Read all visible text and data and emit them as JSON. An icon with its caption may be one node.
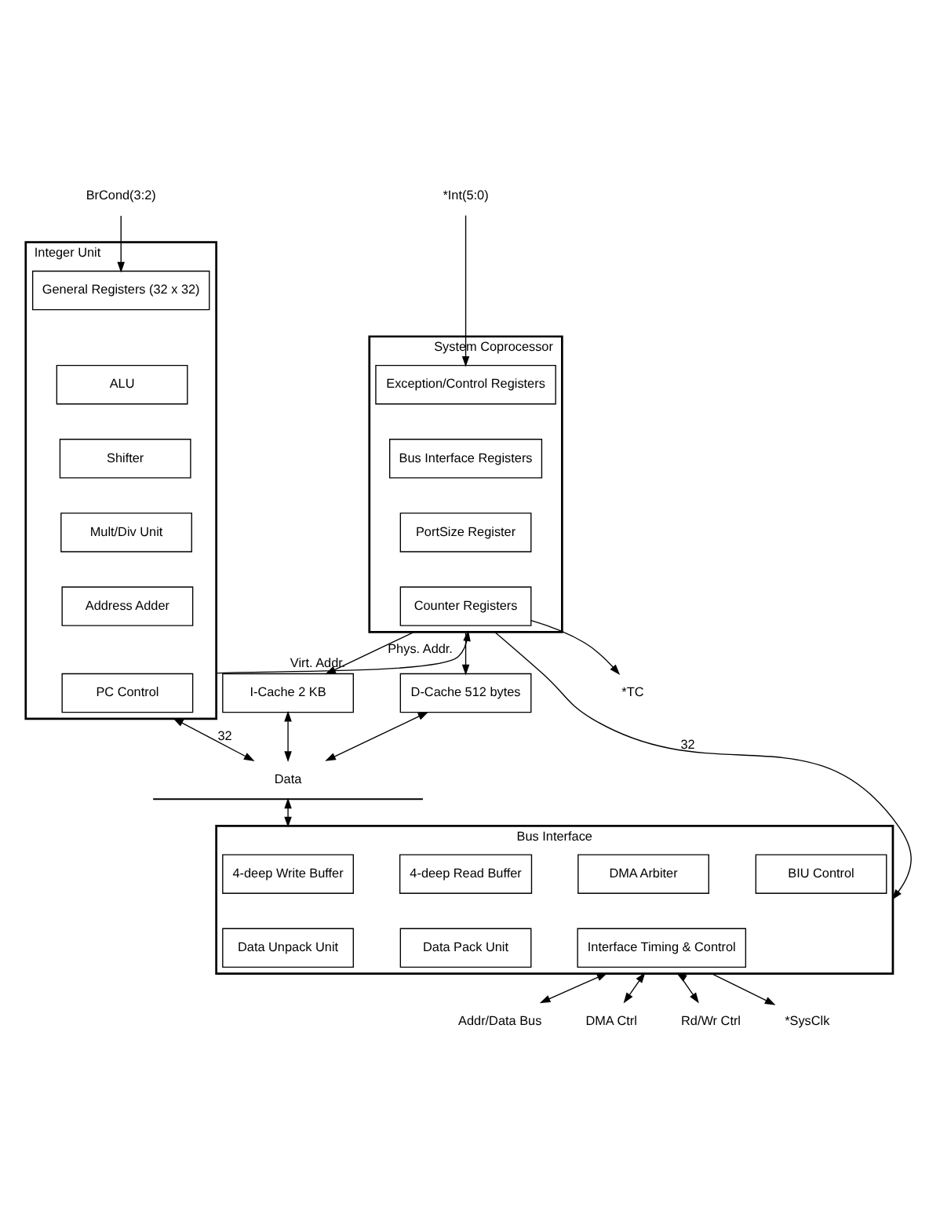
{
  "diagram": {
    "nodes": [
      {
        "text": [
          "System Coprocessor"
        ]
      },
      {
        "text": [
          "Exception/Control Registers"
        ],
        "in": 0
      },
      {
        "text": [
          "Bus Interface Registers"
        ],
        "in": 0
      },
      {
        "text": [
          "PortSize Register"
        ],
        "in": 0
      },
      {
        "text": [
          "Counter Registers"
        ],
        "in": 0
      },
      {
        "text": [
          "Integer Unit"
        ]
      },
      {
        "text": [
          "General Registers (32 x 32)"
        ],
        "in": 5
      },
      {
        "text": [
          "ALU"
        ],
        "in": 5
      },
      {
        "text": [
          "Shifter"
        ],
        "in": 5
      },
      {
        "text": [
          "Mult/Div Unit"
        ],
        "in": 5
      },
      {
        "text": [
          "Address Adder"
        ],
        "in": 5
      },
      {
        "text": [
          "PC Control"
        ],
        "in": 5
      },
      {
        "text": [
          "I-Cache 2 KB"
        ]
      },
      {
        "text": [
          "D-Cache 512 bytes"
        ]
      },
      {
        "text": [
          "Bus Interface"
        ]
      },
      {
        "text": [
          "4-deep Write Buffer"
        ],
        "in": 14
      },
      {
        "text": [
          "4-deep Read Buffer"
        ],
        "in": 14
      },
      {
        "text": [
          "DMA Arbiter"
        ],
        "in": 14
      },
      {
        "text": [
          "BIU Control"
        ],
        "in": 14
      },
      {
        "text": [
          "Data Unpack Unit"
        ],
        "in": 14
      },
      {
        "text": [
          "Data Pack Unit"
        ],
        "in": 14
      },
      {
        "text": [
          "Interface Timing & Control"
        ],
        "in": 14
      },
      {
        "text": [
          "*Int(5:0)"
        ]
      },
      {
        "text": [
          "*TC"
        ]
      },
      {
        "text": [
          "BrCond(3:2)"
        ]
      },
      {
        "text": [
          "Addr/Data Bus"
        ]
      },
      {
        "text": [
          "DMA Ctrl"
        ]
      },
      {
        "text": [
          "Rd/Wr Ctrl"
        ]
      },
      {
        "text": [
          "*SysClk"
        ]
      },
      {
        "text": [
          "Data"
        ]
      }
    ],
    "edges": [
      {
        "from": 22,
        "to": 1,
        "arrow": "to"
      },
      {
        "from": 4,
        "to": 23,
        "arrow": "to"
      },
      {
        "from": 24,
        "to": 6,
        "arrow": "to"
      },
      {
        "from": 5,
        "to": 0,
        "label": "Virt. Addr.",
        "arrow": "to"
      },
      {
        "from": 0,
        "to": 12,
        "label": "Phys. Addr.",
        "arrow": "to"
      },
      {
        "from": 0,
        "to": 13,
        "arrow": "to"
      },
      {
        "from": 0,
        "to": 14,
        "label": "32",
        "arrow": "to"
      },
      {
        "from": 12,
        "to": 29,
        "arrow": "both"
      },
      {
        "from": 13,
        "to": 29,
        "arrow": "both"
      },
      {
        "from": 5,
        "to": 29,
        "label": "32",
        "arrow": "both"
      },
      {
        "from": 29,
        "to": 14,
        "arrow": "both"
      },
      {
        "from": 14,
        "to": 25,
        "arrow": "both"
      },
      {
        "from": 14,
        "to": 26,
        "arrow": "both"
      },
      {
        "from": 14,
        "to": 27,
        "arrow": "both"
      },
      {
        "from": 14,
        "to": 28,
        "arrow": "to"
      }
    ]
  }
}
